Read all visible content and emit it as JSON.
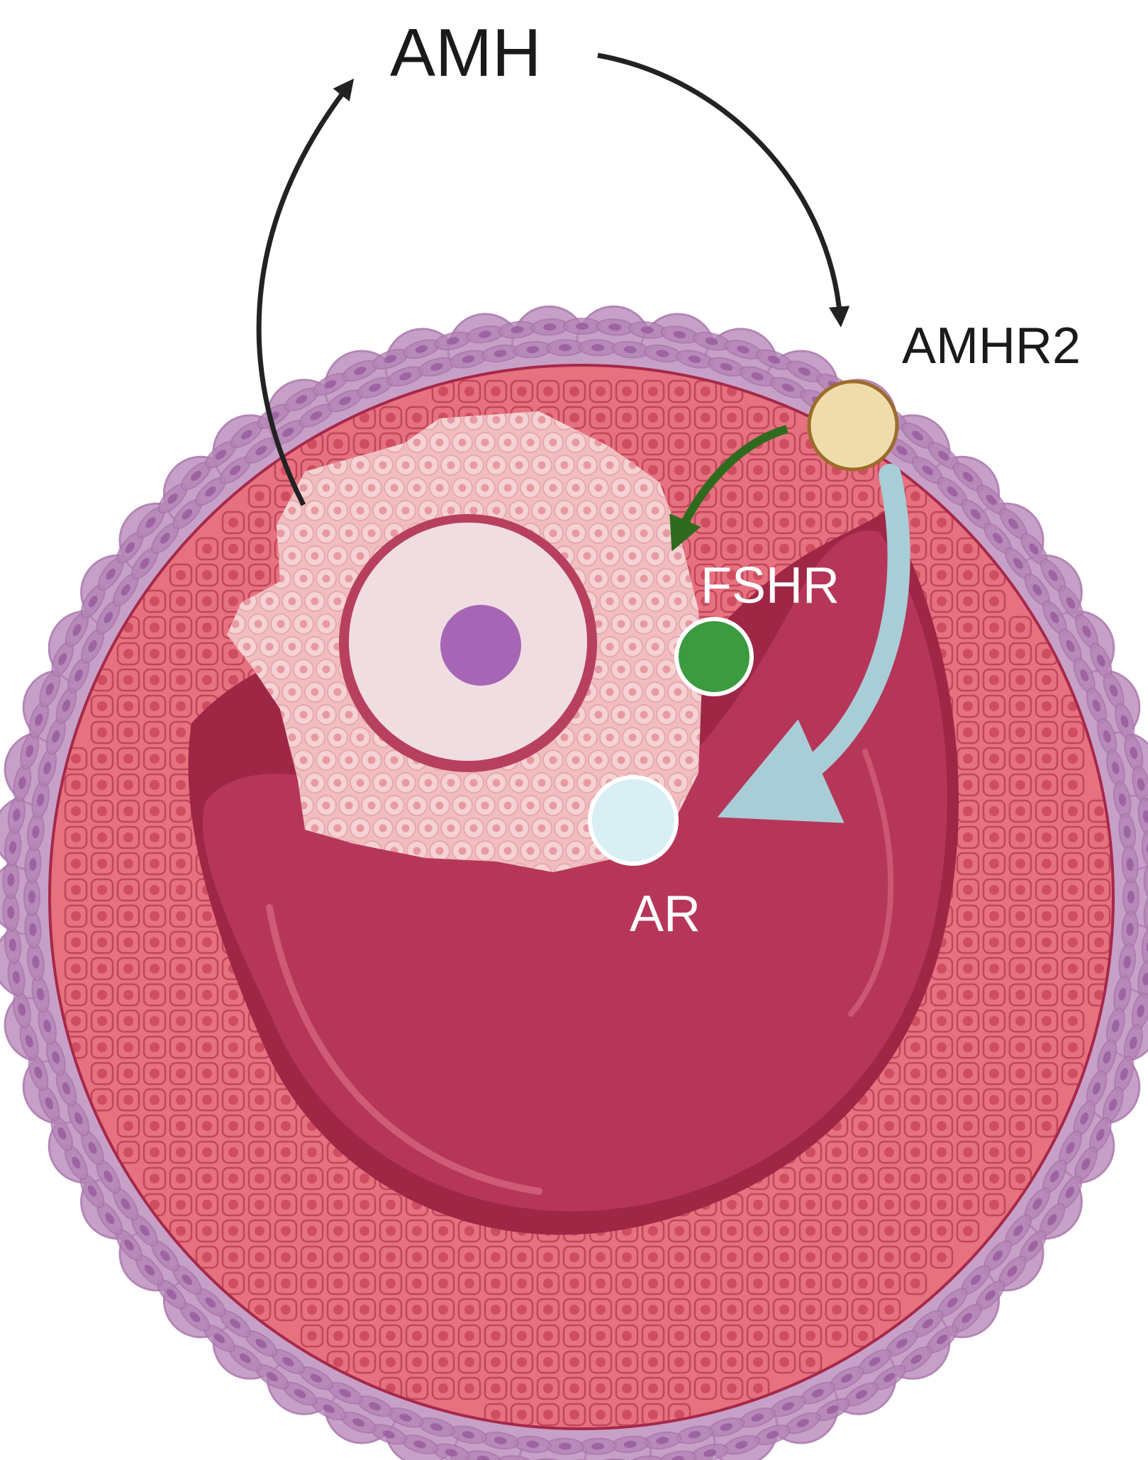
{
  "labels": {
    "amh": "AMH",
    "amhr2": "AMHR2",
    "fshr": "FSHR",
    "ar": "AR"
  },
  "colors": {
    "theca_outer": "#c7a0c7",
    "theca_cell": "#b485b6",
    "theca_nucleus": "#9a5f9e",
    "basement": "#a6284a",
    "granulosa": "#e6717f",
    "granulosa_nucleus": "#cf4d60",
    "granulosa_line": "#c2455a",
    "cumulus": "#f1bdbf",
    "cumulus_cell": "#f5d2d3",
    "cumulus_nucleus": "#e79aa2",
    "antrum": "#b63659",
    "antrum_shadow": "#9e2746",
    "zona": "#b8405f",
    "oocyte": "#f0dde2",
    "oocyte_nucleus": "#a666b5",
    "amhr2_fill": "#f0dcab",
    "amhr2_stroke": "#9c6c2b",
    "fshr_fill": "#3c9a3f",
    "ar_fill": "#d8eff4",
    "arrow_dark": "#222222",
    "arrow_green": "#2f6b1e",
    "arrow_blue": "#a9cdd6",
    "text_dark": "#1a1a1a",
    "text_light": "#ffffff"
  }
}
